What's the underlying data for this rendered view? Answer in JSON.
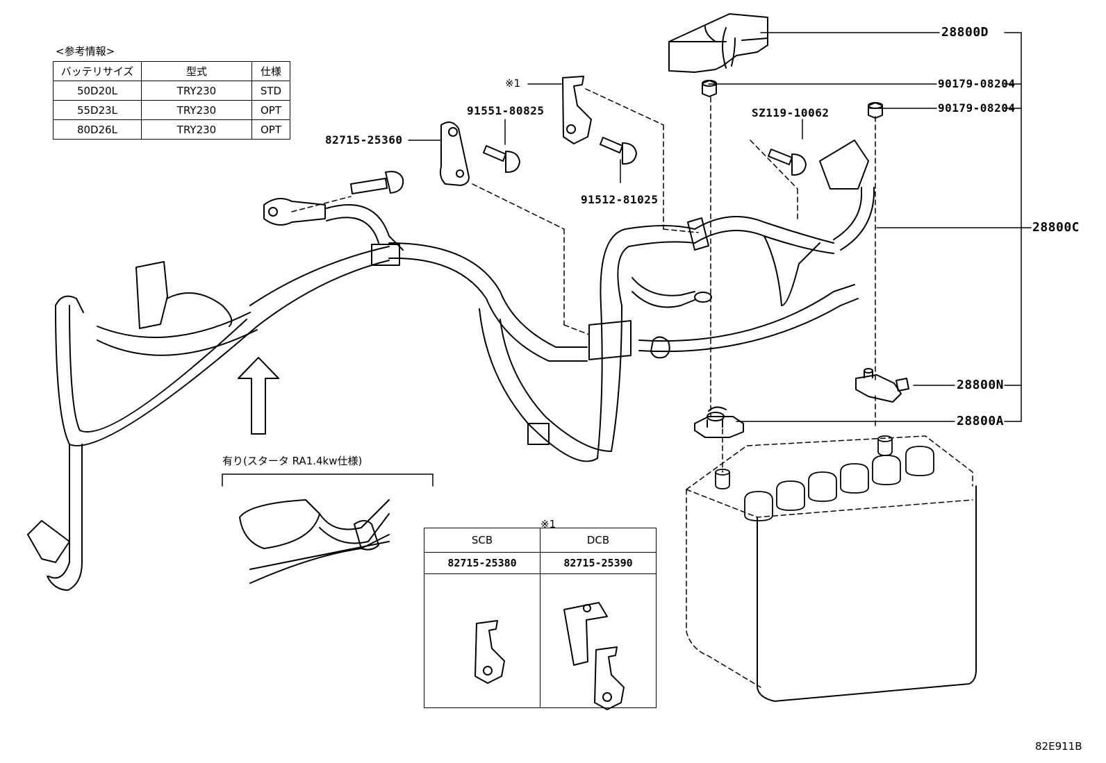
{
  "reference": {
    "title": "<参考情報>",
    "headers": [
      "バッテリサイズ",
      "型式",
      "仕様"
    ],
    "rows": [
      [
        "50D20L",
        "TRY230",
        "STD"
      ],
      [
        "55D23L",
        "TRY230",
        "OPT"
      ],
      [
        "80D26L",
        "TRY230",
        "OPT"
      ]
    ]
  },
  "parts": {
    "p28800D": "28800D",
    "p90179_1": "90179-08204",
    "p90179_2": "90179-08204",
    "p28800C": "28800C",
    "p28800N": "28800N",
    "p28800A": "28800A",
    "pSZ119": "SZ119-10062",
    "p91551": "91551-80825",
    "p91512": "91512-81025",
    "p82715_25360": "82715-25360",
    "mark1": "※1"
  },
  "starter_note": "有り(スタータ RA1.4kw仕様)",
  "detail": {
    "mark": "※1",
    "columns": [
      "SCB",
      "DCB"
    ],
    "part_numbers": [
      "82715-25380",
      "82715-25390"
    ]
  },
  "diagram_code": "82E911B"
}
